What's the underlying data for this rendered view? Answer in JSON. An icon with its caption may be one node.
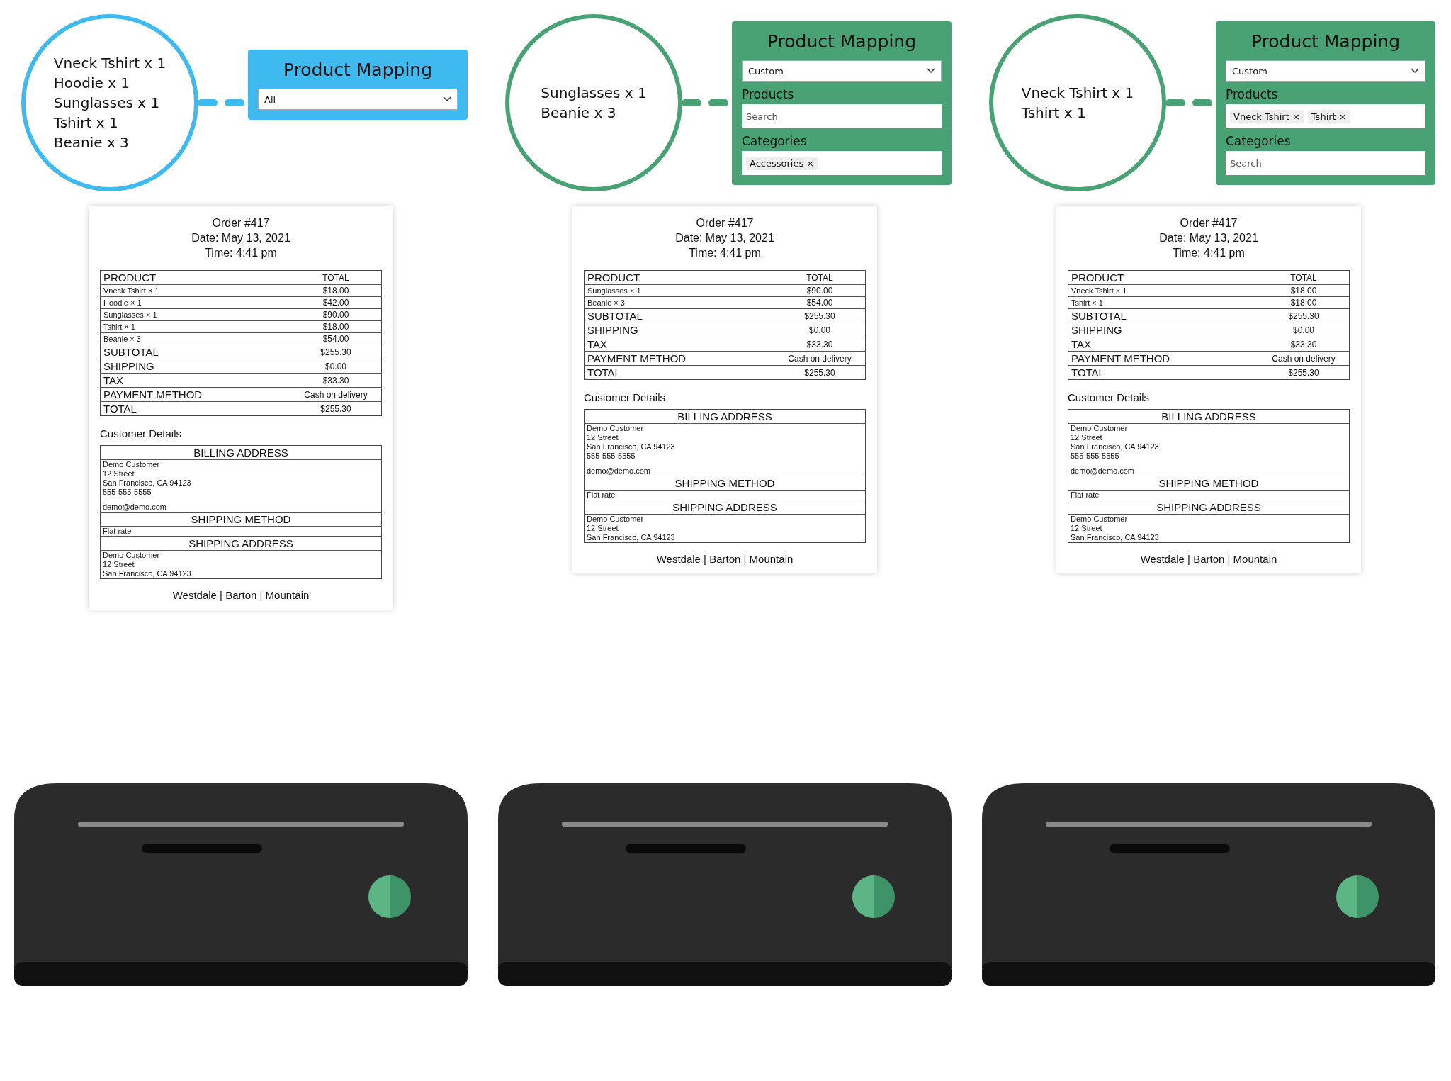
{
  "diagram": {
    "nodes": [
      {
        "text": [
          "Vneck Tshirt x 1",
          "Hoodie x 1",
          "Sunglasses x 1",
          "Tshirt x 1",
          "Beanie x 3"
        ]
      },
      {
        "text": [
          "Product Mapping",
          "All"
        ]
      },
      {
        "text": [
          "Sunglasses x 1",
          "Beanie x 3"
        ]
      },
      {
        "text": [
          "Product Mapping",
          "Custom",
          "Products",
          "Search",
          "Categories",
          "Accessories ×"
        ]
      },
      {
        "text": [
          "Vneck Tshirt x 1",
          "Tshirt x 1"
        ]
      },
      {
        "text": [
          "Product Mapping",
          "Custom",
          "Products",
          "Vneck Tshirt ×",
          "Tshirt ×",
          "Categories",
          "Search"
        ]
      }
    ],
    "edges": [
      {
        "from": 0,
        "to": 1,
        "arrow": "none",
        "style": "dashed",
        "color": "#3fbaf0"
      },
      {
        "from": 2,
        "to": 3,
        "arrow": "none",
        "style": "dashed"
      },
      {
        "from": 4,
        "to": 5,
        "arrow": "none",
        "style": "dashed"
      }
    ],
    "labels": [
      "Order #417",
      "Date: May 13, 2021",
      "Time: 4:41 pm",
      "PRODUCT",
      "TOTAL",
      "Vneck Tshirt × 1",
      "$18.00",
      "Hoodie × 1",
      "$42.00",
      "Sunglasses × 1",
      "$90.00",
      "Tshirt × 1",
      "$18.00",
      "Beanie × 3",
      "$54.00",
      "SUBTOTAL",
      "$255.30",
      "SHIPPING",
      "$0.00",
      "TAX",
      "$33.30",
      "PAYMENT METHOD",
      "Cash on delivery",
      "TOTAL",
      "$255.30",
      "Customer Details",
      "BILLING ADDRESS",
      "Demo Customer",
      "12 Street",
      "San Francisco, CA 94123",
      "555-555-5555",
      "demo@demo.com",
      "SHIPPING METHOD",
      "Flat rate",
      "SHIPPING ADDRESS",
      "Demo Customer",
      "12 Street",
      "San Francisco, CA 94123",
      "Westdale | Barton | Mountain",
      "Order #417",
      "Date: May 13, 2021",
      "Time: 4:41 pm",
      "PRODUCT",
      "TOTAL",
      "Sunglasses × 1",
      "$90.00",
      "Beanie × 3",
      "$54.00",
      "SUBTOTAL",
      "$255.30",
      "SHIPPING",
      "$0.00",
      "TAX",
      "$33.30",
      "PAYMENT METHOD",
      "Cash on delivery",
      "TOTAL",
      "$255.30",
      "Customer Details",
      "BILLING ADDRESS",
      "Demo Customer",
      "12 Street",
      "San Francisco, CA 94123",
      "555-555-5555",
      "demo@demo.com",
      "SHIPPING METHOD",
      "Flat rate",
      "SHIPPING ADDRESS",
      "Demo Customer",
      "12 Street",
      "San Francisco, CA 94123",
      "Westdale | Barton | Mountain",
      "Order #417",
      "Date: May 13, 2021",
      "Time: 4:41 pm",
      "PRODUCT",
      "TOTAL",
      "Vneck Tshirt × 1",
      "$18.00",
      "Tshirt × 1",
      "$18.00",
      "SUBTOTAL",
      "$255.30",
      "SHIPPING",
      "$0.00",
      "TAX",
      "$33.30",
      "PAYMENT METHOD",
      "Cash on delivery",
      "TOTAL",
      "$255.30",
      "Customer Details",
      "BILLING ADDRESS",
      "Demo Customer",
      "12 Street",
      "San Francisco, CA 94123",
      "555-555-5555",
      "demo@demo.com",
      "SHIPPING METHOD",
      "Flat rate",
      "SHIPPING ADDRESS",
      "Demo Customer",
      "12 Street",
      "San Francisco, CA 94123",
      "Westdale | Barton | Mountain"
    ]
  }
}
